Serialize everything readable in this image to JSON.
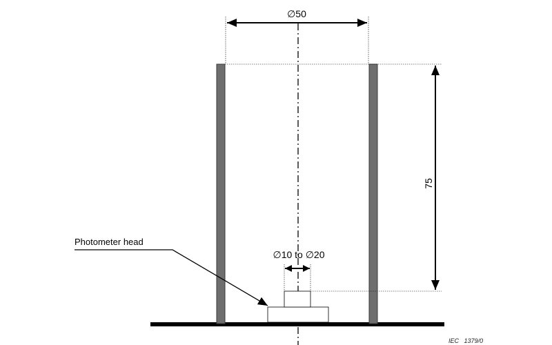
{
  "dimensions": {
    "tube_diameter": "∅50",
    "tube_height": "75",
    "aperture_diameter": "∅10 to ∅20"
  },
  "labels": {
    "photometer_head": "Photometer head"
  },
  "figure_ref": "IEC   1379/0",
  "colors": {
    "tube_wall": "#6e6e6e",
    "line": "#000000"
  }
}
